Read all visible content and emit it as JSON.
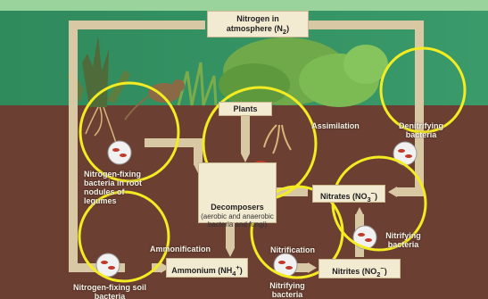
{
  "diagram": {
    "colors": {
      "sky": "#2f8a5c",
      "soil": "#6b3f32",
      "arrow": "#d9c8a4",
      "box": "#f3ead2",
      "highlight": "#f4ec22",
      "bacteria": "#c0392b"
    },
    "labels": {
      "atmosphere_line1": "Nitrogen in",
      "atmosphere_line2": "atmosphere (N",
      "atmosphere_sub": "2",
      "atmosphere_close": ")",
      "plants": "Plants",
      "assimilation": "Assimilation",
      "denitrifying": "Denitrifying bacteria",
      "nfix_root": "Nitrogen-fixing bacteria in root nodules of legumes",
      "decomposers_title": "Decomposers",
      "decomposers_sub": "(aerobic and anaerobic bacteria and fungi)",
      "nitrates": "Nitrates (NO",
      "nitrates_sub": "3",
      "nitrates_sup": "−",
      "nitrates_close": ")",
      "nitrifying_right": "Nitrifying bacteria",
      "ammonification": "Ammonification",
      "nitrification": "Nitrification",
      "ammonium": "Ammonium (NH",
      "ammonium_sub": "4",
      "ammonium_sup": "+",
      "ammonium_close": ")",
      "nitrites": "Nitrites (NO",
      "nitrites_sub": "2",
      "nitrites_sup": "−",
      "nitrites_close": ")",
      "nfix_soil": "Nitrogen-fixing soil bacteria",
      "nitrifying_bottom": "Nitrifying bacteria"
    }
  }
}
